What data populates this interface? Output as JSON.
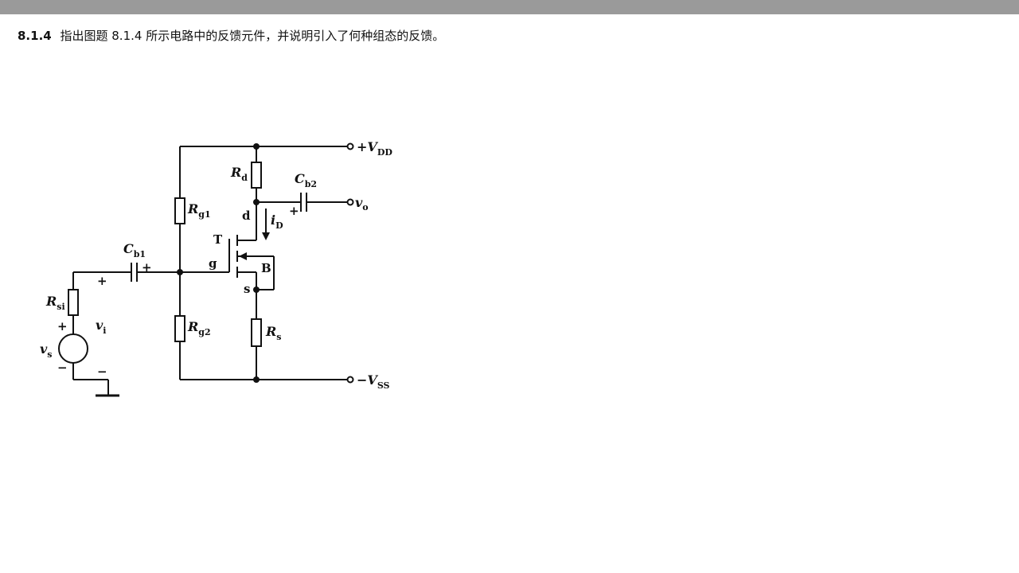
{
  "question": {
    "number": "8.1.4",
    "text": "指出图题 8.1.4 所示电路中的反馈元件，并说明引入了何种组态的反馈。"
  },
  "circuit": {
    "labels": {
      "vdd": "+V",
      "vdd_sub": "DD",
      "vss": "−V",
      "vss_sub": "SS",
      "rd": "R",
      "rd_sub": "d",
      "rg1": "R",
      "rg1_sub": "g1",
      "rg2": "R",
      "rg2_sub": "g2",
      "rs": "R",
      "rs_sub": "s",
      "rsi": "R",
      "rsi_sub": "si",
      "cb1": "C",
      "cb1_sub": "b1",
      "cb2": "C",
      "cb2_sub": "b2",
      "vo": "v",
      "vo_sub": "o",
      "vi": "v",
      "vi_sub": "i",
      "vs": "v",
      "vs_sub": "s",
      "id": "i",
      "id_sub": "D",
      "drain": "d",
      "gate": "g",
      "source": "s",
      "transistor": "T",
      "body": "B",
      "plus_cb1": "+",
      "plus_cb2": "+",
      "plus_vi": "+",
      "minus_vi": "−",
      "plus_vs": "+",
      "minus_vs": "−"
    }
  }
}
